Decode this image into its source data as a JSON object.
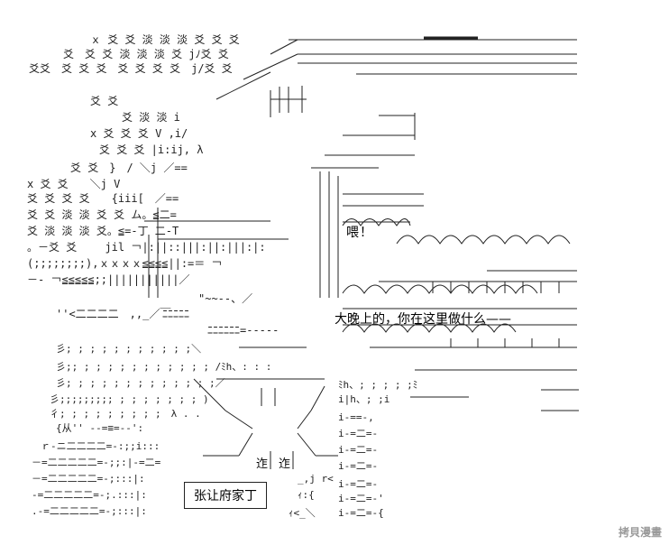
{
  "dialogue": {
    "exclaim": "喂！",
    "line": "大晚上的，你在这里做什么——"
  },
  "caption": {
    "speaker": "张让府家丁"
  },
  "door_sign": {
    "left": "迮",
    "right": "迮"
  },
  "watermark": "拷貝漫畫",
  "colors": {
    "ink": "#000000",
    "background": "#ffffff",
    "watermark": "#9a9a9a"
  }
}
